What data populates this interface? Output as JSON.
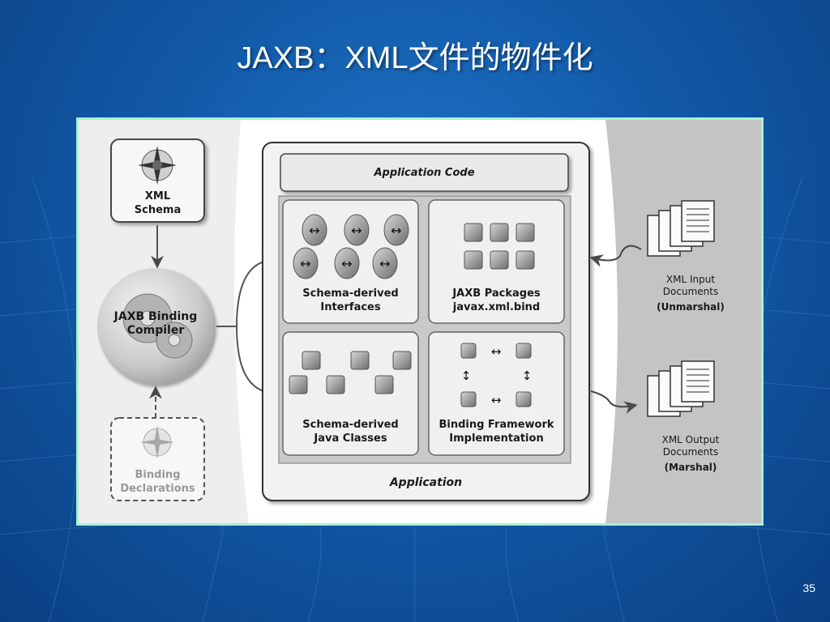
{
  "slide": {
    "title": "JAXB：XML文件的物件化",
    "page_number": "35",
    "colors": {
      "background": "#125aa8",
      "frame_border": "#a8f0d4",
      "title_text": "#ffffff"
    }
  },
  "diagram": {
    "xml_schema": {
      "line1": "XML",
      "line2": "Schema"
    },
    "compiler": {
      "line1": "JAXB Binding",
      "line2": "Compiler"
    },
    "binding_declarations": {
      "line1": "Binding",
      "line2": "Declarations"
    },
    "application_code": "Application Code",
    "application": "Application",
    "schema_interfaces": {
      "line1": "Schema-derived",
      "line2": "Interfaces"
    },
    "jaxb_packages": {
      "line1": "JAXB Packages",
      "line2": "javax.xml.bind"
    },
    "schema_classes": {
      "line1": "Schema-derived",
      "line2": "Java Classes"
    },
    "binding_framework": {
      "line1": "Binding Framework",
      "line2": "Implementation"
    },
    "xml_input": {
      "line1": "XML Input",
      "line2": "Documents",
      "line3": "(Unmarshal)"
    },
    "xml_output": {
      "line1": "XML Output",
      "line2": "Documents",
      "line3": "(Marshal)"
    },
    "icons": [
      "compass-icon",
      "gear-icon",
      "interface-icon",
      "cube-icon",
      "document-stack-icon",
      "arrow-icon"
    ]
  }
}
